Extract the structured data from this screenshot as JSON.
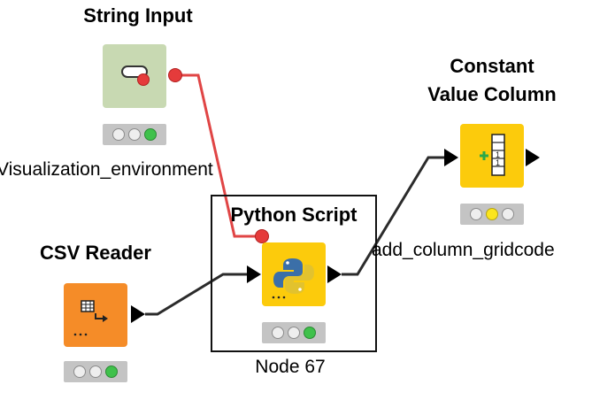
{
  "nodes": {
    "string_input": {
      "title": "String Input",
      "label": "Visualization_environment",
      "status": [
        "off",
        "off",
        "green"
      ]
    },
    "csv_reader": {
      "title": "CSV Reader",
      "status": [
        "off",
        "off",
        "green"
      ]
    },
    "python_script": {
      "title": "Python Script",
      "label": "Node 67",
      "status": [
        "off",
        "off",
        "green"
      ]
    },
    "constant_value_column": {
      "title_line1": "Constant",
      "title_line2": "Value Column",
      "label": "add_column_gridcode",
      "status": [
        "off",
        "yellow",
        "off"
      ]
    }
  },
  "colors": {
    "string_input_bg": "#c8d9b2",
    "csv_reader_bg": "#f58c28",
    "python_script_bg": "#fccb0c",
    "constant_value_bg": "#fccb0c",
    "flow_variable_wire": "#e04545",
    "data_wire": "#2b2b2b"
  },
  "icons": {
    "string_input": "text-field-icon",
    "csv_reader": "table-arrow-icon",
    "python_script": "python-logo-icon",
    "constant_value_column": "add-column-icon"
  }
}
